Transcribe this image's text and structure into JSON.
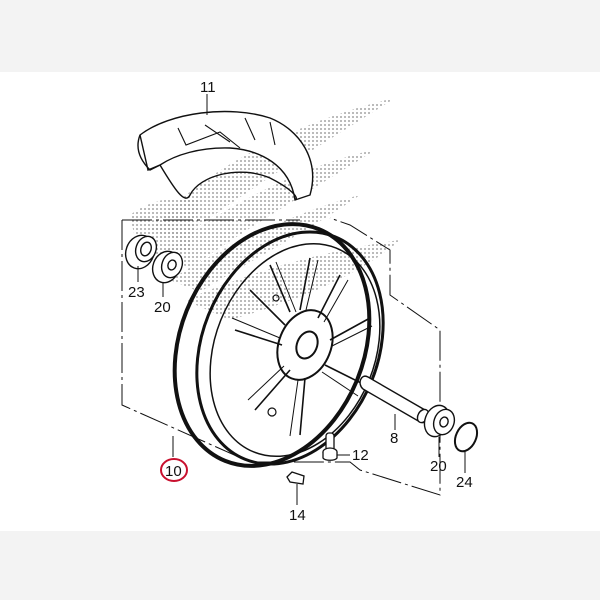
{
  "diagram": {
    "title": "Rear wheel exploded parts diagram",
    "callouts": [
      {
        "id": "11",
        "label": "11",
        "part": "tire"
      },
      {
        "id": "23",
        "label": "23",
        "part": "bearing-left-outer"
      },
      {
        "id": "20a",
        "label": "20",
        "part": "bearing-left-inner"
      },
      {
        "id": "10",
        "label": "10",
        "part": "wheel-assembly",
        "highlighted": true
      },
      {
        "id": "12",
        "label": "12",
        "part": "valve-stem"
      },
      {
        "id": "8",
        "label": "8",
        "part": "axle-spacer-collar"
      },
      {
        "id": "20b",
        "label": "20",
        "part": "bearing-right"
      },
      {
        "id": "24",
        "label": "24",
        "part": "circlip-ring"
      },
      {
        "id": "14",
        "label": "14",
        "part": "balance-weight"
      }
    ],
    "colors": {
      "background": "#f3f3f3",
      "canvas": "#ffffff",
      "line": "#111111",
      "highlight": "#c8102e",
      "halftone": "#8a8a8a"
    }
  }
}
